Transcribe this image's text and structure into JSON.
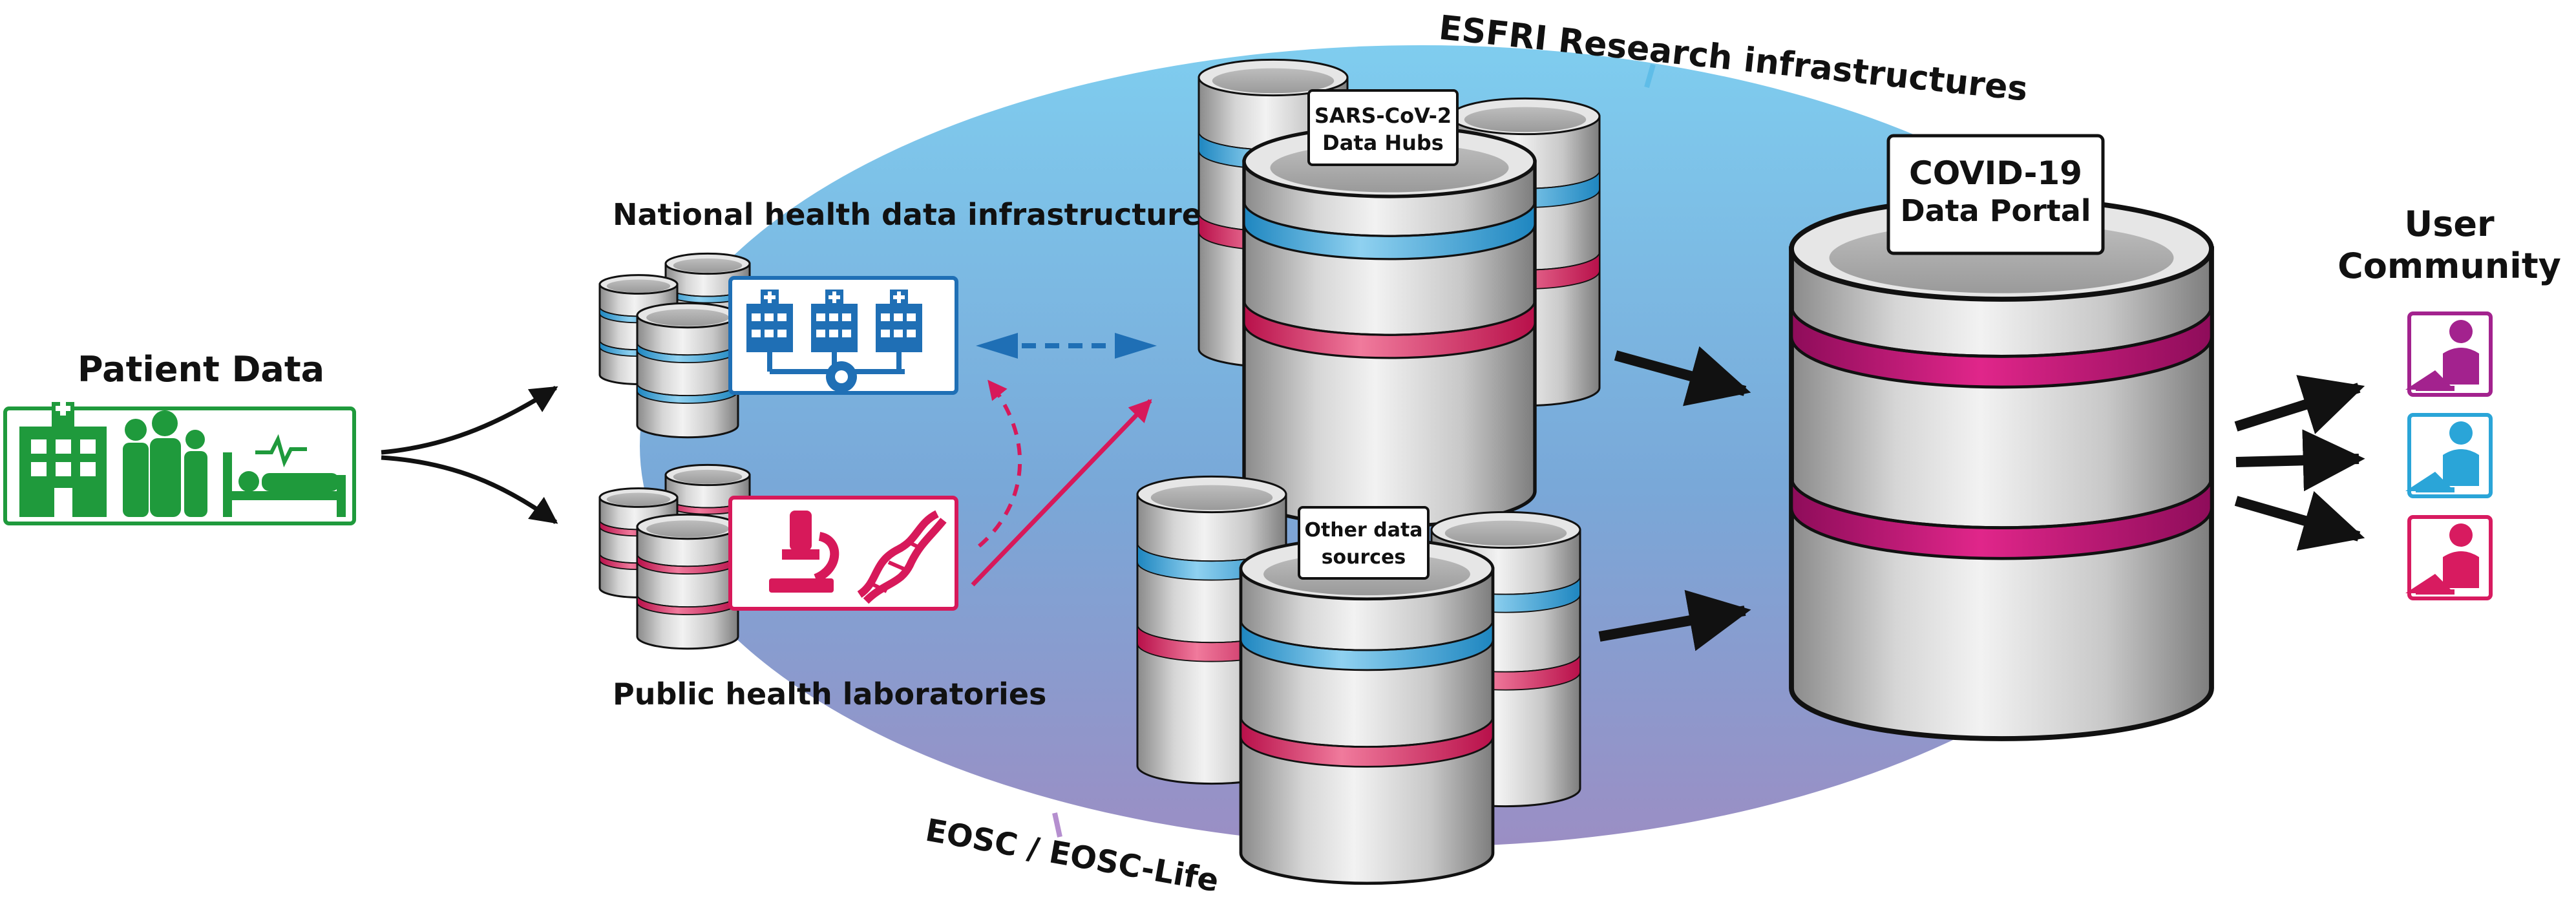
{
  "labels": {
    "patient_data": "Patient Data",
    "national_infra": "National health data infrastructures",
    "public_labs": "Public health laboratories",
    "esfri": "ESFRI Research infrastructures",
    "eosc": "EOSC / EOSC-Life",
    "sars_hubs_line1": "SARS-CoV-2",
    "sars_hubs_line2": "Data Hubs",
    "other_sources_line1": "Other data",
    "other_sources_line2": "sources",
    "portal_line1": "COVID-19",
    "portal_line2": "Data Portal",
    "user_line1": "User",
    "user_line2": "Community"
  },
  "icons": {
    "patient": [
      "hospital-icon",
      "family-icon",
      "hospital-bed-icon"
    ],
    "national": [
      "hospital-network-icon",
      "gear-icon"
    ],
    "labs": [
      "microscope-icon",
      "dna-icon"
    ],
    "users": [
      "user-laptop-icon",
      "user-laptop-icon",
      "user-laptop-icon"
    ]
  },
  "colors": {
    "patient_green": "#1f9a3c",
    "national_blue": "#1f6fb5",
    "lab_pink": "#d7195a",
    "band_blue": "#3ea9dd",
    "band_pink": "#e0235f",
    "band_magenta": "#c4127a",
    "user_purple": "#a3228e",
    "user_cyan": "#2aa5d8",
    "user_pink": "#d81b60",
    "ellipse_top": "#7fcdef",
    "ellipse_bottom": "#9b8ec4"
  }
}
